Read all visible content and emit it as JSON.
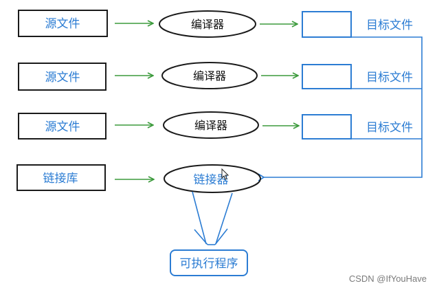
{
  "diagram": {
    "sources": [
      {
        "label": "源文件"
      },
      {
        "label": "源文件"
      },
      {
        "label": "源文件"
      }
    ],
    "library": {
      "label": "链接库"
    },
    "compiler_label": "编译器",
    "linker": {
      "label": "链接器"
    },
    "object_file_label": "目标文件",
    "executable": {
      "label": "可执行程序"
    },
    "colors": {
      "dark_border": "#1a1a1a",
      "blue": "#2b7cd3",
      "green": "#3b9a3b"
    }
  },
  "watermark": "CSDN @IfYouHave"
}
